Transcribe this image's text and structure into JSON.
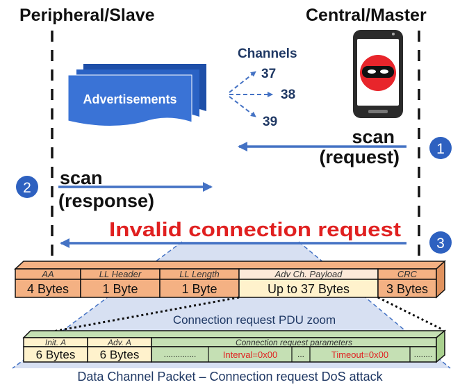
{
  "roles": {
    "peripheral": "Peripheral/Slave",
    "central": "Central/Master"
  },
  "advertisements": {
    "label": "Advertisements",
    "channels_title": "Channels",
    "channels": [
      "37",
      "38",
      "39"
    ]
  },
  "steps": [
    {
      "number": "1",
      "line1": "scan",
      "line2": "(request)"
    },
    {
      "number": "2",
      "line1": "scan",
      "line2": "(response)"
    },
    {
      "number": "3",
      "line1": "Invalid connection request",
      "line2": ""
    }
  ],
  "packet": {
    "headers": [
      "AA",
      "LL Header",
      "LL Length",
      "Adv Ch. Payload",
      "CRC"
    ],
    "sizes": [
      "4 Bytes",
      "1 Byte",
      "1 Byte",
      "Up to 37 Bytes",
      "3 Bytes"
    ]
  },
  "zoom": {
    "title": "Connection request PDU zoom",
    "headers": [
      "Init. A",
      "Adv. A",
      "Connection request parameters"
    ],
    "sizes": [
      "6 Bytes",
      "6 Bytes"
    ],
    "params": [
      "..............",
      "Interval=0x00",
      "...",
      "Timeout=0x00",
      "........"
    ]
  },
  "caption": "Data Channel Packet – Connection request DoS attack",
  "colors": {
    "blue": "#4472c4",
    "dark_blue": "#1f3864",
    "red": "#e02020",
    "orange_fill": "#f4b183",
    "light_orange_fill": "#fde9d9",
    "green_fill": "#c5e0b4",
    "cream_fill": "#fff2cc",
    "zoom_fill": "#c9d6ee"
  },
  "icons": [
    "phone-icon",
    "attacker-mask-icon"
  ]
}
